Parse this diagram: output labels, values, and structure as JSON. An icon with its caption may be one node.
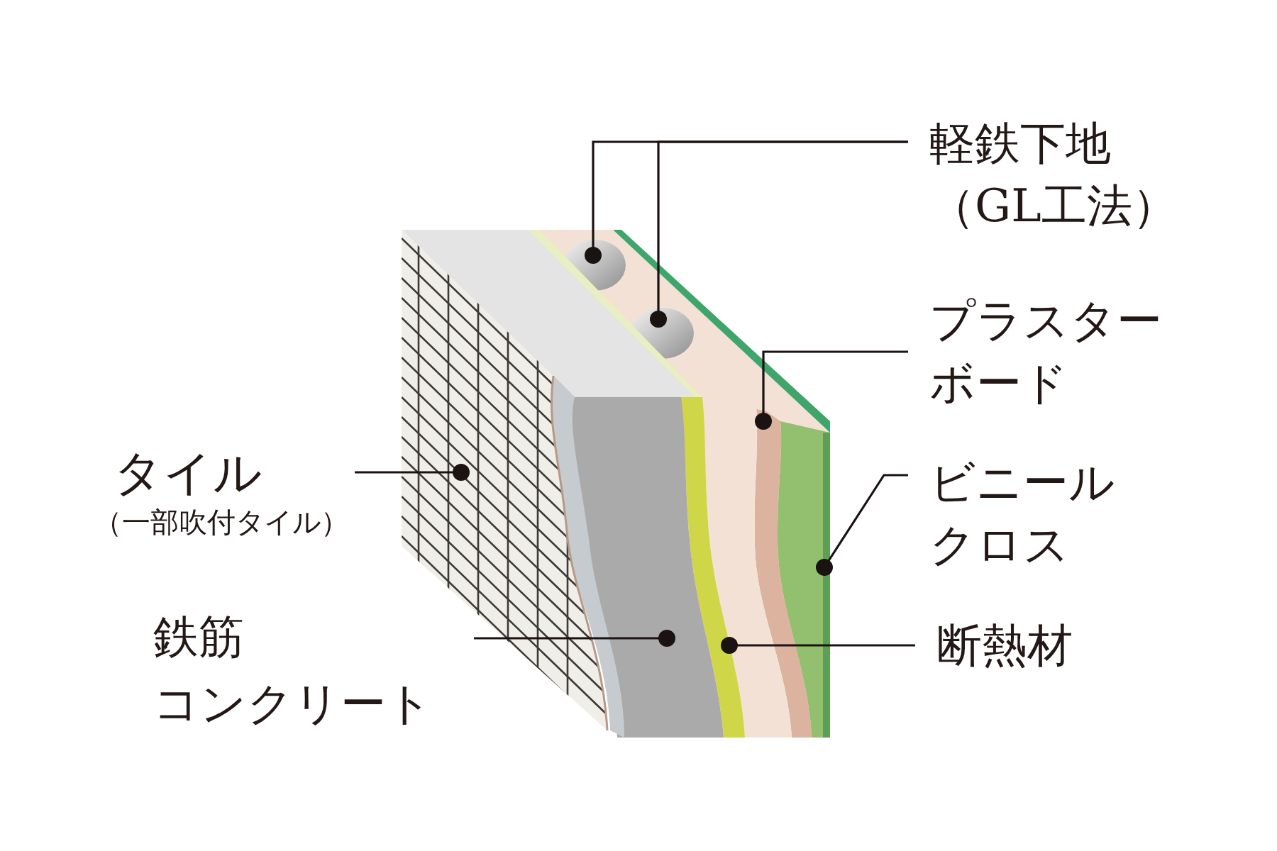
{
  "diagram": {
    "nodes": [
      {
        "text": [
          "軽鉄下地（GL工法）"
        ]
      },
      {
        "text": [
          "プラスターボード"
        ]
      },
      {
        "text": [
          "ビニールクロス"
        ]
      },
      {
        "text": [
          "断熱材"
        ]
      },
      {
        "text": [
          "タイル",
          "（一部吹付タイル）"
        ]
      },
      {
        "text": [
          "鉄筋コンクリート"
        ]
      }
    ],
    "edges": [
      {
        "from": 0,
        "to": null,
        "arrow": "other"
      },
      {
        "from": 0,
        "to": null,
        "arrow": "other"
      },
      {
        "from": 1,
        "to": null,
        "arrow": "other"
      },
      {
        "from": 2,
        "to": null,
        "arrow": "other"
      },
      {
        "from": 3,
        "to": null,
        "arrow": "other"
      },
      {
        "from": 4,
        "to": null,
        "arrow": "other"
      },
      {
        "from": 5,
        "to": null,
        "arrow": "other"
      }
    ]
  }
}
